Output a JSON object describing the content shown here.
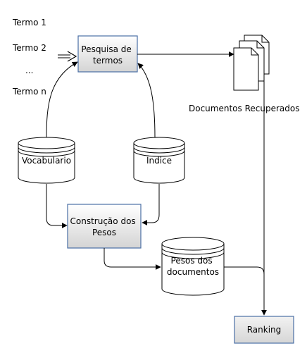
{
  "terms": [
    "Termo 1",
    "Termo 2",
    "...",
    "Termo n"
  ],
  "boxes": {
    "search": [
      "Pesquisa de",
      "termos"
    ],
    "construction": [
      "Construção dos",
      "Pesos"
    ],
    "ranking": [
      "Ranking"
    ]
  },
  "cylinders": {
    "vocabulary": [
      "Vocabulario"
    ],
    "index": [
      "Índice"
    ],
    "weights": [
      "Pesos dos",
      "documentos"
    ]
  },
  "documents_label": "Documentos Recuperados",
  "colors": {
    "box_fill_top": "#ffffff",
    "box_fill_bottom": "#d4d4d4",
    "box_border": "#4a6fa5",
    "line": "#000000",
    "cylinder_border": "#000000"
  },
  "icons": [
    "documents-stack-icon",
    "open-arrow-icon"
  ]
}
